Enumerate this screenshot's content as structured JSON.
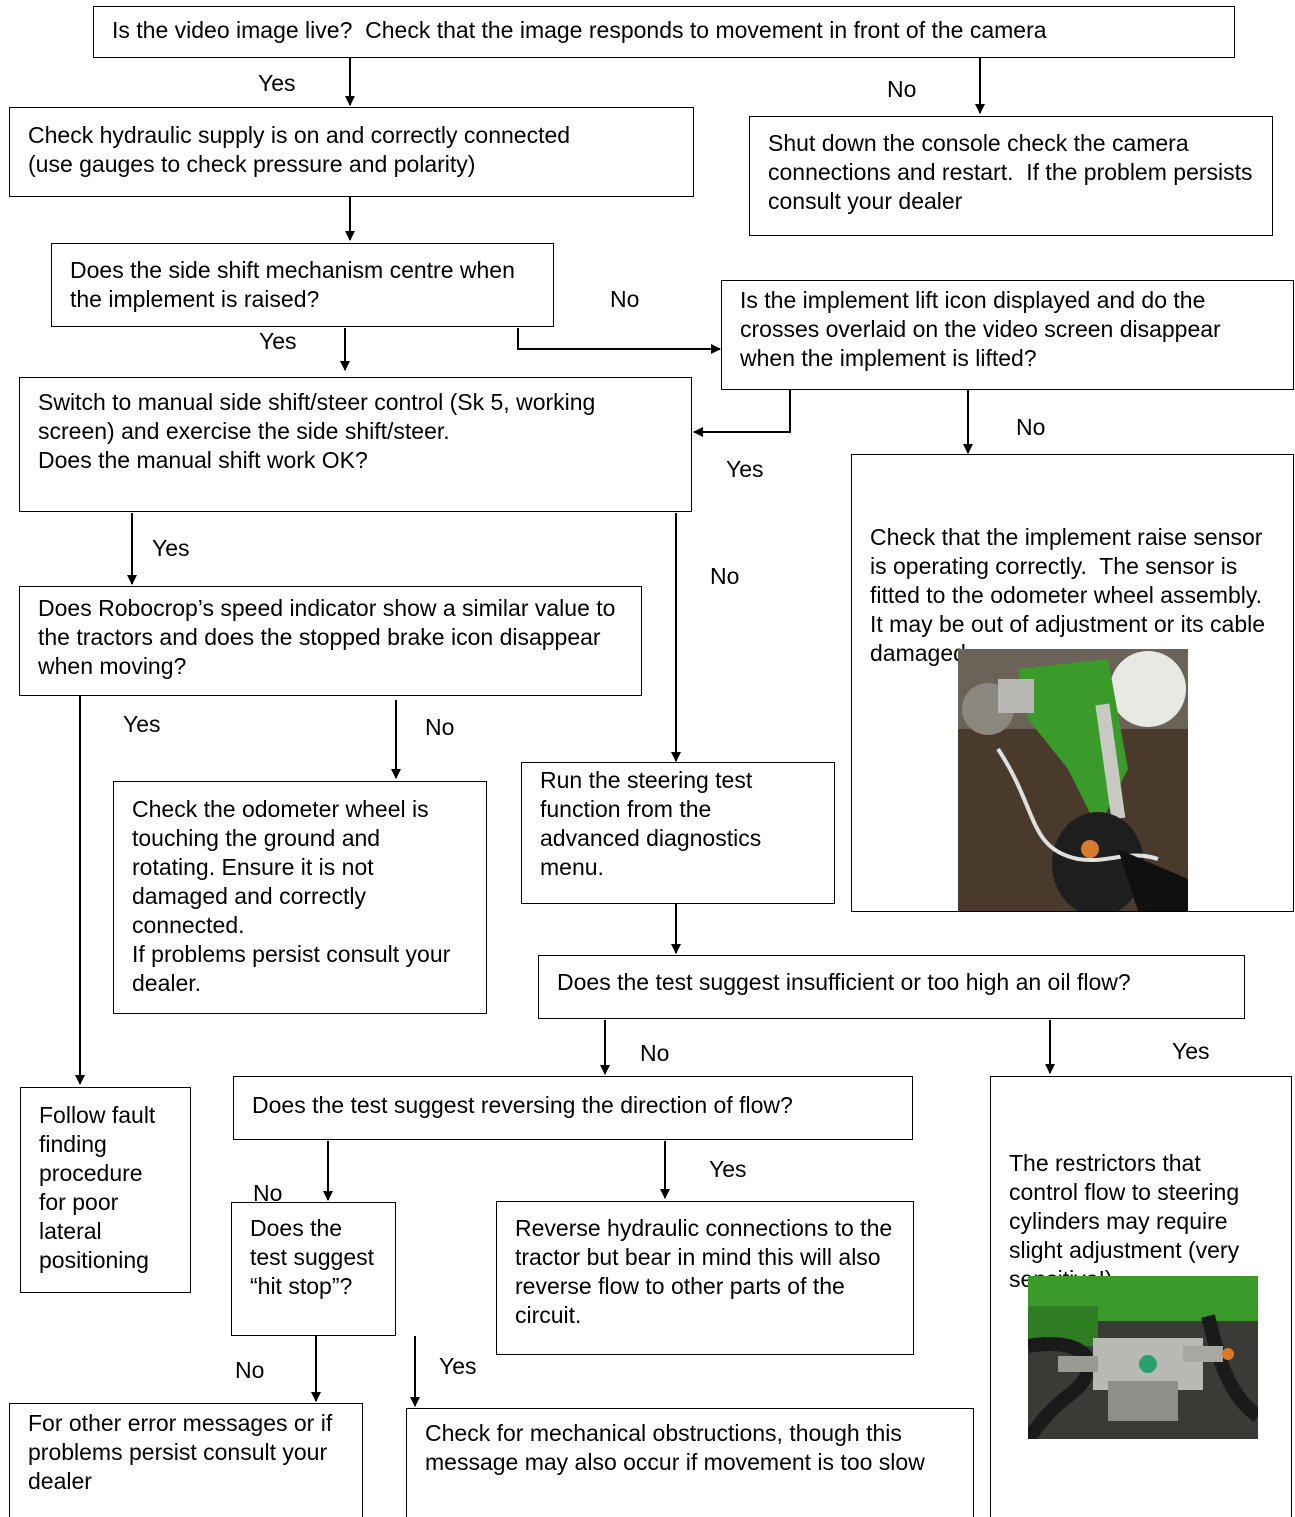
{
  "nodes": {
    "n1": "Is the video image live?  Check that the image responds to movement in front of the camera",
    "n2": "Check hydraulic supply is on and correctly connected\n(use gauges to check pressure and polarity)",
    "n3": "Shut down the console check the camera connections and restart.  If the problem persists consult your dealer",
    "n4": "Does the side shift mechanism centre when the implement is raised?",
    "n5": "Is the implement lift icon displayed and do the crosses overlaid on the video screen disappear when the implement is lifted?",
    "n6": "Switch to manual side shift/steer control (Sk 5, working screen) and exercise the side shift/steer.\nDoes the manual shift work OK?",
    "n7": "Check that the implement raise sensor is operating correctly.  The sensor is fitted to the odometer wheel assembly.  It may be out of adjustment or its cable damaged",
    "n8": "Does Robocrop’s speed indicator show a similar value to the tractors and does the stopped brake icon disappear when moving?",
    "n9": "Check the odometer wheel is touching the ground and rotating. Ensure it is not damaged and correctly connected.\nIf problems persist consult your dealer.",
    "n10": "Run the steering test function from the advanced diagnostics menu.",
    "n11": "Does the test suggest insufficient or too high an oil flow?",
    "n12": "Follow fault finding procedure for poor lateral positioning",
    "n13": "Does the test suggest reversing the direction of flow?",
    "n14": "The restrictors that control flow to steering cylinders may require slight adjustment (very sensitive!)",
    "n15": "Does the test suggest “hit stop”?",
    "n16": "Reverse hydraulic connections to the tractor but bear in mind this will also reverse flow to other parts of the circuit.",
    "n17": "For other error messages or if problems persist consult your dealer",
    "n18": "Check for mechanical obstructions, though this message may also occur if movement is too slow"
  },
  "labels": {
    "yes": "Yes",
    "no": "No"
  },
  "colors": {
    "line": "#000000",
    "implement_green": "#3a9a2a",
    "wheel_dark": "#2a2a2a",
    "soil": "#4a3a2c",
    "metal": "#b8b8b4"
  },
  "images": {
    "sensor_photo": "odometer-wheel-sensor-photo",
    "restrictor_photo": "hydraulic-restrictor-block-photo"
  }
}
